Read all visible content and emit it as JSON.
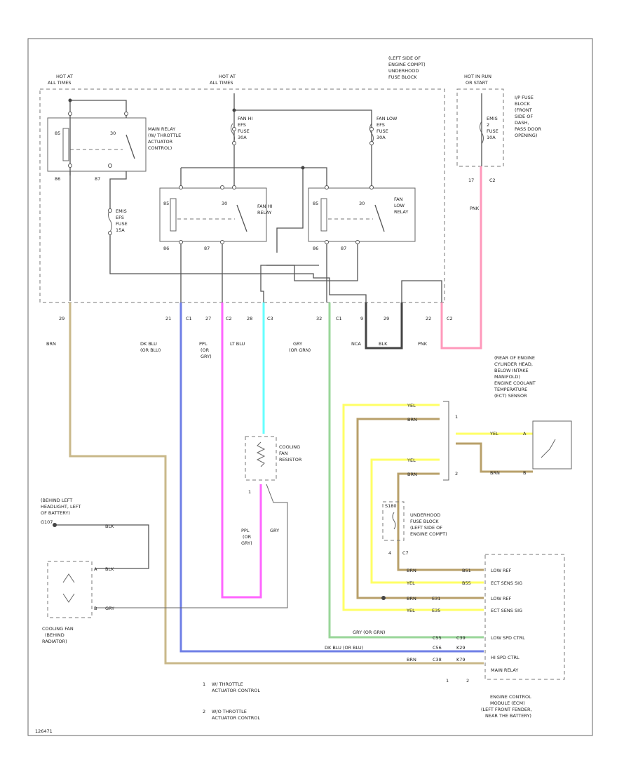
{
  "colors": {
    "brn": "#c9b88a",
    "dkblu": "#6f7fe6",
    "ppl": "#ff66ff",
    "ltblu": "#66ffff",
    "grn": "#99d699",
    "blk": "#444444",
    "pnk": "#ff99bb",
    "yel": "#ffff66",
    "tan": "#b8a06a",
    "gry": "#999999"
  },
  "fuse_block": {
    "location": [
      "(LEFT SIDE OF",
      "ENGINE COMPT)",
      "UNDERHOOD",
      "FUSE BLOCK"
    ],
    "hot1": [
      "HOT AT",
      "ALL TIMES"
    ],
    "hot2": [
      "HOT AT",
      "ALL TIMES"
    ],
    "main_relay": [
      "MAIN RELAY",
      "(W/ THROTTLE",
      "ACTUATOR",
      "CONTROL)"
    ],
    "fan_hi_fuse": [
      "FAN HI",
      "EFS",
      "FUSE",
      "30A"
    ],
    "fan_low_fuse": [
      "FAN LOW",
      "EFS",
      "FUSE",
      "30A"
    ],
    "emis_fuse": [
      "EMIS",
      "EFS",
      "FUSE",
      "15A"
    ],
    "fan_hi_relay": [
      "FAN HI",
      "RELAY"
    ],
    "fan_low_relay": [
      "FAN",
      "LOW",
      "RELAY"
    ],
    "pin_labels": [
      "85",
      "86",
      "30",
      "87",
      "85",
      "86",
      "30",
      "87",
      "85",
      "86",
      "30",
      "87"
    ]
  },
  "ip_fuse_block": {
    "hot": [
      "HOT IN RUN",
      "OR START"
    ],
    "fuse": [
      "EMIS",
      "2",
      "FUSE",
      "10A"
    ],
    "location": [
      "I/P FUSE",
      "BLOCK",
      "(FRONT",
      "SIDE OF",
      "DASH,",
      "PASS DOOR",
      "OPENING)"
    ],
    "conn": [
      "17",
      "C2"
    ]
  },
  "connectors": {
    "c1": "29",
    "c2a": "21",
    "c2b": "C1",
    "c3a": "27",
    "c3b": "C2",
    "c4a": "28",
    "c4b": "C3",
    "c5a": "32",
    "c5b": "C1",
    "c6": "9",
    "c7": "29",
    "c8a": "22",
    "c8b": "C2"
  },
  "wires": {
    "brn": "BRN",
    "dkblu": [
      "DK BLU",
      "(OR BLU)"
    ],
    "ppl": [
      "PPL",
      "(OR",
      "GRY)"
    ],
    "ltblu": "LT BLU",
    "gry": [
      "GRY",
      "(OR GRN)"
    ],
    "nca": "NCA",
    "blk": "BLK",
    "pnk": "PNK",
    "pnk_ip": "PNK"
  },
  "resistor": {
    "label": [
      "COOLING",
      "FAN",
      "RESISTOR"
    ],
    "pin": "1"
  },
  "lower_wires": {
    "ppl": [
      "PPL",
      "(OR",
      "GRY)"
    ],
    "gry": "GRY"
  },
  "ground": {
    "label": [
      "(BEHIND LEFT",
      "HEADLIGHT, LEFT",
      "OF BATTERY)"
    ],
    "g": "G107"
  },
  "fan": {
    "label": [
      "COOLING FAN",
      "(BEHIND",
      "RADIATOR)"
    ],
    "pin_a": "A",
    "pin_b": "B",
    "wire_a": "BLK",
    "wire_top": "BLK",
    "wire_b": "GRY"
  },
  "ect": {
    "label": [
      "(REAR OF ENGINE",
      "CYLINDER HEAD,",
      "BELOW INTAKE",
      "MANIFOLD)",
      "ENGINE COOLANT",
      "TEMPERATURE",
      "(ECT) SENSOR"
    ],
    "pin_a": "A",
    "pin_b": "B",
    "wire_a": "YEL",
    "wire_b": "BRN",
    "split1": "1",
    "split2": "2"
  },
  "top_wires": [
    "YEL",
    "BRN",
    "YEL",
    "BRN"
  ],
  "splice": {
    "label": [
      "UNDERHOOD",
      "FUSE BLOCK",
      "(LEFT SIDE OF",
      "ENGINE COMPT)"
    ],
    "s": "S180",
    "conn": [
      "4",
      "C7"
    ]
  },
  "ecm": {
    "rows": [
      {
        "wire": "BRN",
        "pin": "B51",
        "func": "LOW REF"
      },
      {
        "wire": "YEL",
        "pin": "B55",
        "func": "ECT SENS SIG"
      },
      {
        "wire": "BRN",
        "pin": "E31",
        "func": "LOW REF"
      },
      {
        "wire": "YEL",
        "pin": "E35",
        "func": "ECT SENS SIG"
      },
      {
        "wire": "GRY (OR GRN)",
        "pin": "C55",
        "func": "LOW SPD CTRL"
      },
      {
        "wire": "DK BLU (OR BLU)",
        "pin": "C56",
        "func": "HI SPD CTRL"
      },
      {
        "wire": "BRN",
        "pin": "C38",
        "func": "MAIN RELAY"
      }
    ],
    "conn_a": "C39",
    "conn_b": "K29",
    "conn_c": "K79",
    "notes": [
      "1",
      "2"
    ],
    "label": [
      "ENGINE CONTROL",
      "MODULE (ECM)",
      "(LEFT FRONT FENDER,",
      "NEAR THE BATTERY)"
    ]
  },
  "legend": [
    {
      "num": "1",
      "text": [
        "W/ THROTTLE",
        "ACTUATOR CONTROL"
      ]
    },
    {
      "num": "2",
      "text": [
        "W/O THROTTLE",
        "ACTUATOR CONTROL"
      ]
    }
  ],
  "footer": "126471"
}
